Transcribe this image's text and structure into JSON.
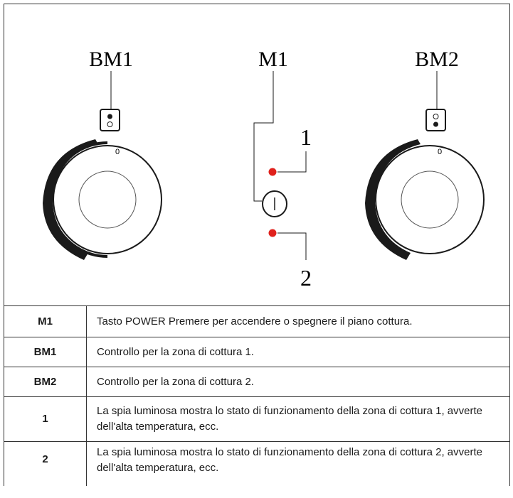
{
  "diagram": {
    "labels": {
      "bm1": "BM1",
      "m1": "M1",
      "bm2": "BM2",
      "zero_left": "0",
      "zero_right": "0",
      "one": "1",
      "two": "2"
    },
    "colors": {
      "indicator": "#e0211c",
      "line": "#1a1a1a"
    }
  },
  "table": {
    "rows": [
      {
        "key": "M1",
        "desc": "Tasto POWER Premere per accendere o spegnere il piano cottura."
      },
      {
        "key": "BM1",
        "desc": "Controllo per la zona di cottura 1."
      },
      {
        "key": "BM2",
        "desc": "Controllo per la zona di cottura 2."
      },
      {
        "key": "1",
        "desc": "La spia luminosa mostra lo stato di funzionamento della zona di cottura 1, avverte dell'alta temperatura, ecc."
      },
      {
        "key": "2",
        "desc": "La spia luminosa mostra lo stato di funzionamento della zona di cottura 2, avverte dell'alta temperatura, ecc."
      }
    ]
  }
}
